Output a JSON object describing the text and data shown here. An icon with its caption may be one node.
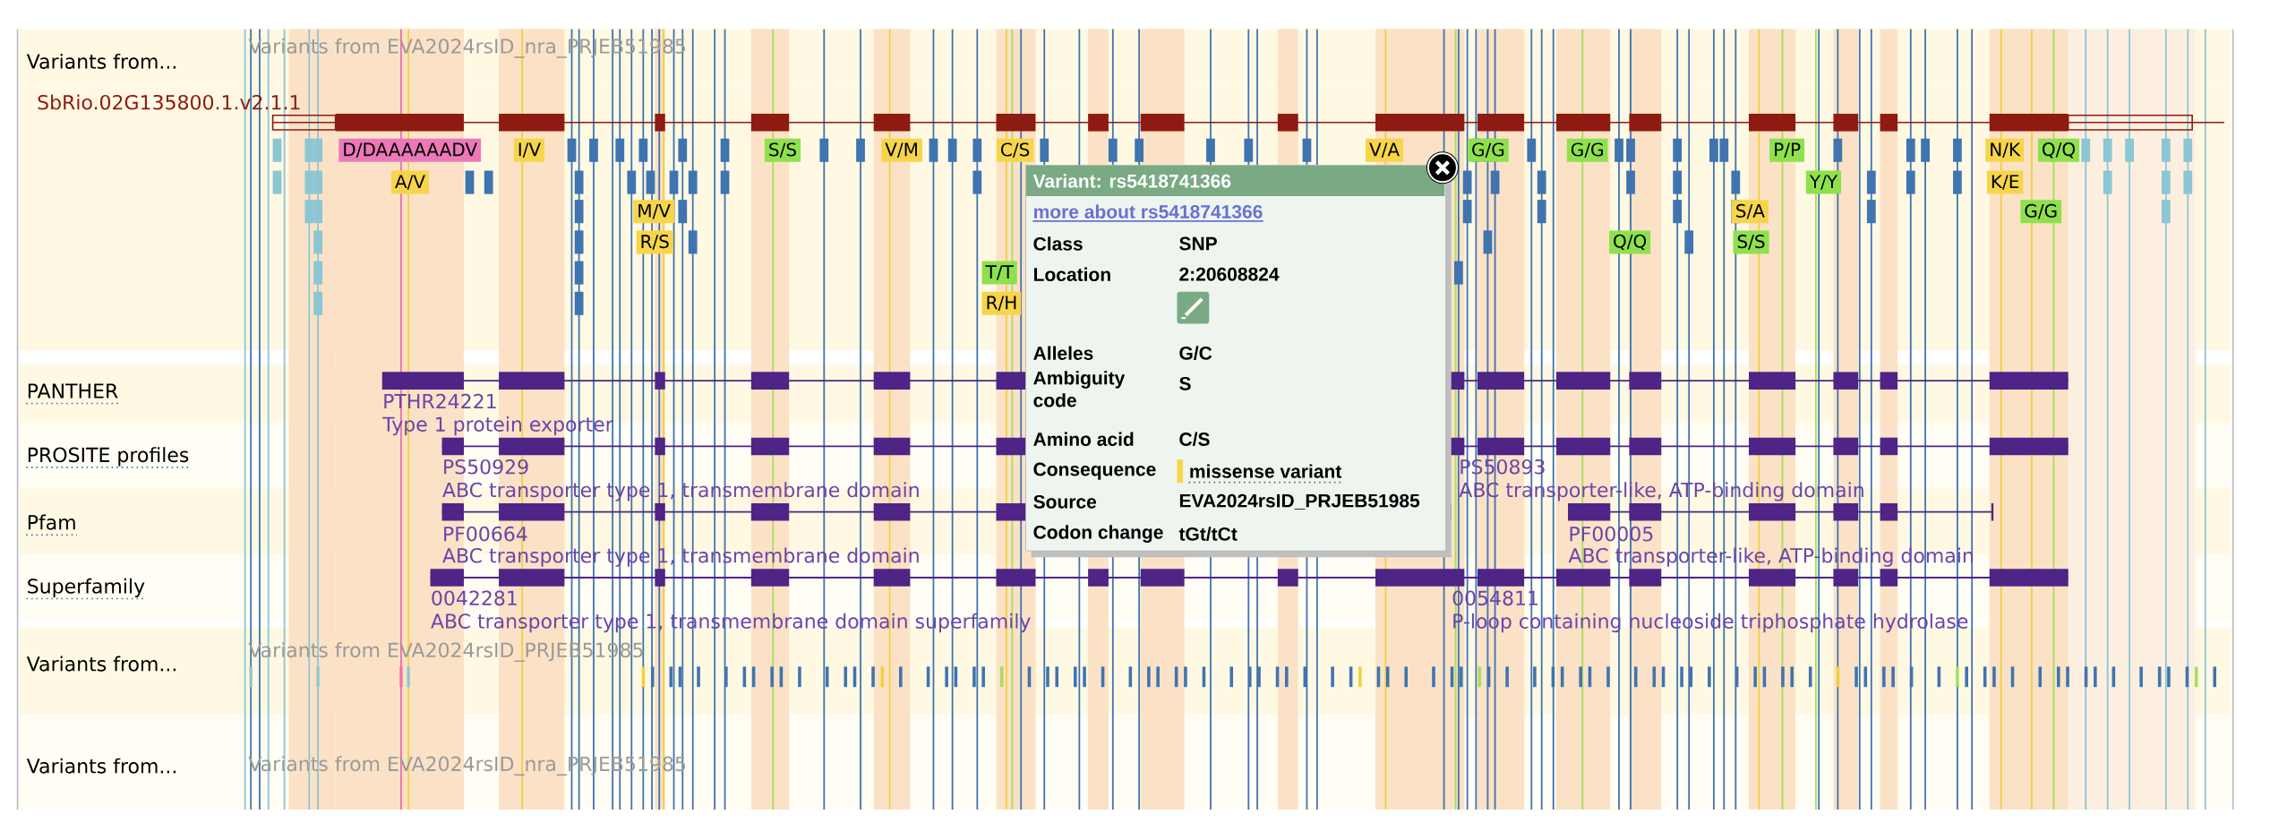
{
  "diagram": {
    "nodes": [
      {
        "text": [
          "D/DAAAAAADV"
        ]
      },
      {
        "text": [
          "I/V"
        ]
      },
      {
        "text": [
          "S/S"
        ]
      },
      {
        "text": [
          "V/M"
        ]
      },
      {
        "text": [
          "C/S"
        ]
      },
      {
        "text": [
          "V/A"
        ]
      },
      {
        "text": [
          "G/G"
        ]
      },
      {
        "text": [
          "G/G"
        ]
      },
      {
        "text": [
          "P/P"
        ]
      },
      {
        "text": [
          "N/K"
        ]
      },
      {
        "text": [
          "Q/Q"
        ]
      },
      {
        "text": [
          "A/V"
        ]
      },
      {
        "text": [
          "Y/Y"
        ]
      },
      {
        "text": [
          "K/E"
        ]
      },
      {
        "text": [
          "M/V"
        ]
      },
      {
        "text": [
          "S/A"
        ]
      },
      {
        "text": [
          "G/G"
        ]
      },
      {
        "text": [
          "R/S"
        ]
      },
      {
        "text": [
          "Q/Q"
        ]
      },
      {
        "text": [
          "S/S"
        ]
      },
      {
        "text": [
          "T/T"
        ]
      },
      {
        "text": [
          "R/H"
        ]
      },
      {
        "text": [
          "Variant: rs5418741366",
          "more about rs5418741366",
          "Class",
          "SNP",
          "Location",
          "2:20608824",
          "Alleles",
          "G/C",
          "Ambiguity code",
          "S",
          "Amino acid",
          "C/S",
          "Consequence",
          "missense variant",
          "Source",
          "EVA2024rsID_PRJEB51985",
          "Codon change",
          "tGt/tCt"
        ]
      }
    ],
    "labels": [
      "Variants from...",
      "Variants from EVA2024rsID_nra_PRJEB51985",
      "SbRio.02G135800.1.v2.1.1",
      "PANTHER",
      "PTHR24221",
      "Type 1 protein exporter",
      "PROSITE profiles",
      "PS50929",
      "ABC transporter type 1, transmembrane domain",
      "PS50893",
      "ABC transporter-like, ATP-binding domain",
      "Pfam",
      "PF00664",
      "ABC transporter type 1, transmembrane domain",
      "PF00005",
      "ABC transporter-like, ATP-binding domain",
      "Superfamily",
      "0042281",
      "ABC transporter type 1, transmembrane domain superfamily",
      "0054811",
      "P-loop containing nucleoside triphosphate hydrolase",
      "Variants from...",
      "Variants from EVA2024rsID_PRJEB51985",
      "Variants from...",
      "Variants from EVA2024rsID_nra_PRJEB51985"
    ]
  }
}
